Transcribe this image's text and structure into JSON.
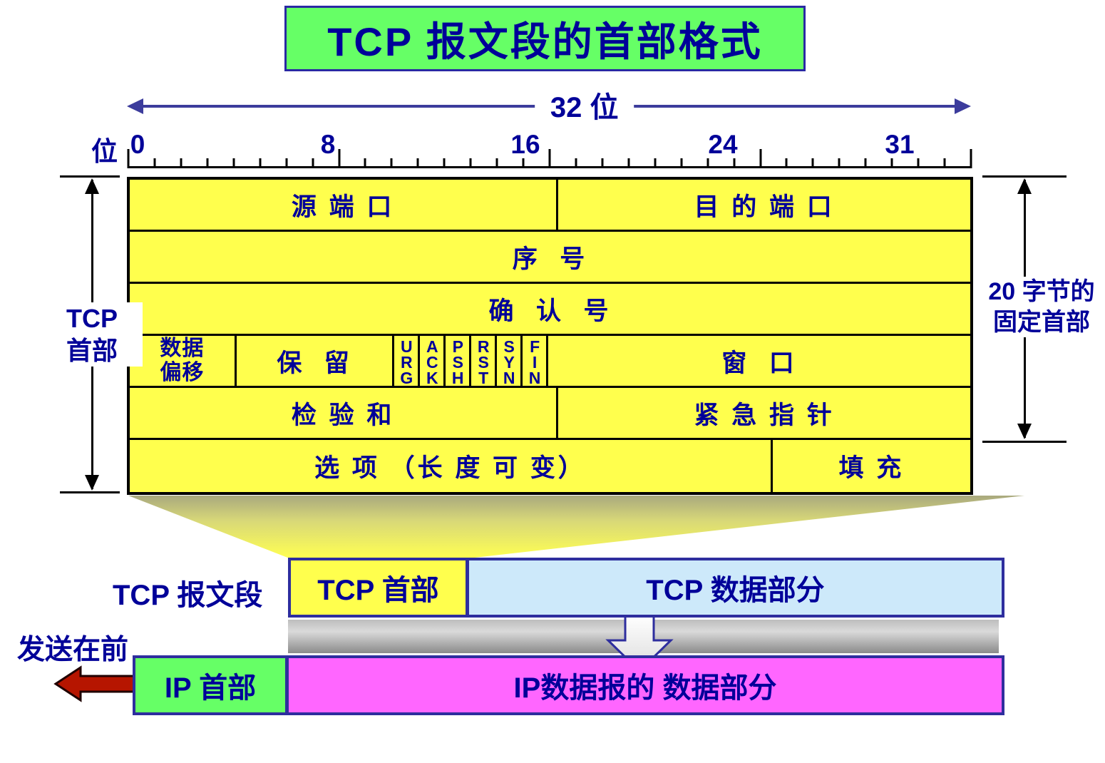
{
  "title": "TCP 报文段的首部格式",
  "scale": {
    "width_label": "32 位",
    "bit_label": "位",
    "tick_count": 32,
    "labels": [
      {
        "text": "0",
        "bit": 0
      },
      {
        "text": "8",
        "bit": 8
      },
      {
        "text": "16",
        "bit": 16
      },
      {
        "text": "24",
        "bit": 24
      },
      {
        "text": "31",
        "bit": 31
      }
    ]
  },
  "side_labels": {
    "left_line1": "TCP",
    "left_line2": "首部",
    "right_line1": "20 字节的",
    "right_line2": "固定首部"
  },
  "header_table": {
    "source_port": "源 端 口",
    "dest_port": "目 的 端 口",
    "seq": "序  号",
    "ack": "确  认  号",
    "data_offset_1": "数据",
    "data_offset_2": "偏移",
    "reserved": "保  留",
    "flags": [
      "URG",
      "ACK",
      "PSH",
      "RST",
      "SYN",
      "FIN"
    ],
    "window": "窗  口",
    "checksum": "检 验 和",
    "urgent_pointer": "紧 急 指 针",
    "options": "选 项 （长 度 可 变）",
    "padding": "填 充"
  },
  "segment_bar": {
    "label": "TCP 报文段",
    "header": "TCP 首部",
    "data": "TCP 数据部分"
  },
  "ip_bar": {
    "send_first": "发送在前",
    "header": "IP 首部",
    "data": "IP数据报的 数据部分"
  },
  "colors": {
    "field_yellow": "#FFFF4D",
    "title_green": "#66FF66",
    "tcp_data_blue": "#CDE9FA",
    "ip_data_magenta": "#FF66FF",
    "text_navy": "#000099",
    "bar_border_blue": "#2E2E9E",
    "arrow_blue": "#3C3C9C",
    "send_arrow_red": "#B61500"
  }
}
